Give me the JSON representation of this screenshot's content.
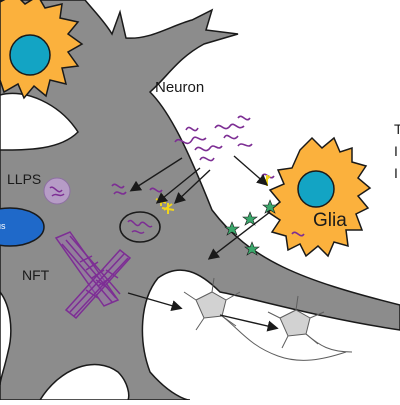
{
  "labels": {
    "neuron": "Neuron",
    "llps": "LLPS",
    "nft": "NFT",
    "glia": "Glia",
    "neuron_nucleus": "us"
  },
  "cropped_text_fragments": [
    "T",
    "I",
    "I"
  ],
  "colors": {
    "neuron_body": "#8c8c8c",
    "glia_body": "#fbb13d",
    "glia_nucleus": "#13a4c4",
    "neuron_nucleus": "#1f69c9",
    "tau": "#7d2e94",
    "llps_droplet": "#b69cc6",
    "spark": "#f1d51a",
    "star": "#3aa76b",
    "small_neuron": "#d2d2d2"
  },
  "icons": [
    "tau-fibril-icon",
    "spark-icon",
    "star-icon",
    "arrow-icon",
    "droplet-icon"
  ]
}
